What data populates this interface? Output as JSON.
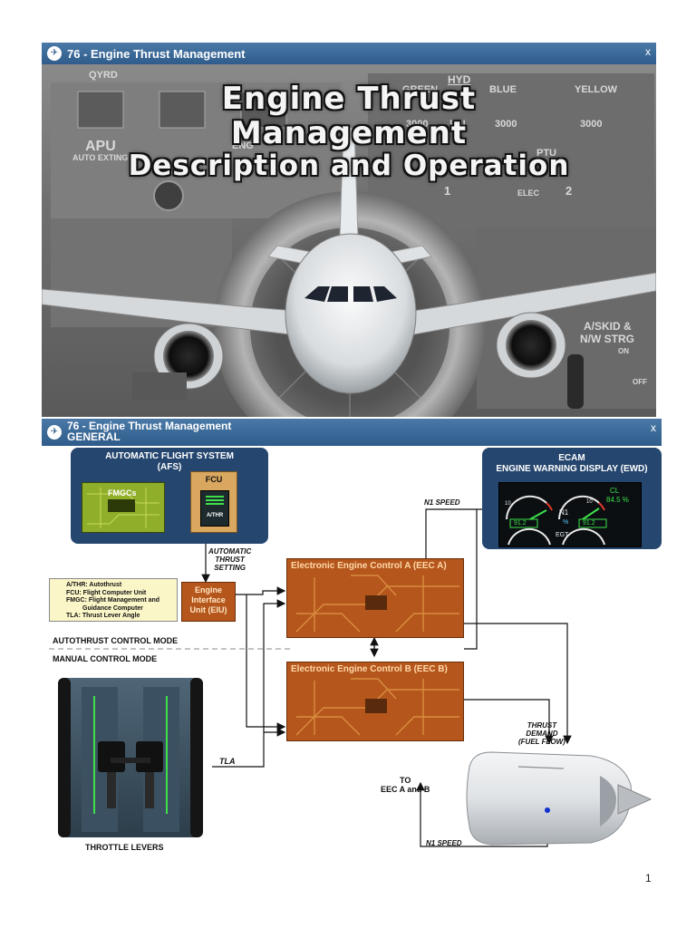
{
  "slide1": {
    "header": "76 - Engine Thrust Management",
    "close": "x",
    "title_lines": [
      "Engine Thrust",
      "Management",
      "Description and Operation"
    ],
    "panel_text": {
      "hyd": "HYD",
      "green": "GREEN",
      "blue": "BLUE",
      "yellow": "YELLOW",
      "psi1": "3000",
      "psi_label": "PSI",
      "psi2": "3000",
      "psi3": "3000",
      "ptu": "PTU",
      "elec": "ELEC",
      "n1": "1",
      "n2": "2",
      "apu": "APU",
      "auto_exting": "AUTO EXTING",
      "eng": "ENG",
      "askid": "A/SKID &",
      "nwstrg": "N/W STRG",
      "on": "ON",
      "off": "OFF",
      "qyrd": "QYRD"
    }
  },
  "slide2": {
    "header_line1": "76 - Engine Thrust Management",
    "header_line2": "GENERAL",
    "close": "x",
    "afs_title_line1": "AUTOMATIC FLIGHT SYSTEM",
    "afs_title_line2": "(AFS)",
    "fcu_label": "FCU",
    "fmgc_label": "FMGCs",
    "athr_label": "A/THR",
    "ecam_title_line1": "ECAM",
    "ecam_title_line2": "ENGINE WARNING DISPLAY (EWD)",
    "ewd": {
      "cl": "CL",
      "cl_value": "84.5 %",
      "n1": "N1",
      "pct": "%",
      "v1": "91.2",
      "v2": "91.2",
      "egt": "EGT",
      "t1": "10",
      "t2": "10"
    },
    "n1_speed_top": "N1 SPEED",
    "auto_thrust_setting": [
      "AUTOMATIC",
      "THRUST",
      "SETTING"
    ],
    "eiu_label": [
      "Engine",
      "Interface",
      "Unit (EIU)"
    ],
    "eec_a": "Electronic Engine Control A (EEC A)",
    "eec_b": "Electronic Engine Control B (EEC B)",
    "legend": [
      "A/THR: Autothrust",
      "FCU: Flight Computer Unit",
      "FMGC: Flight Management and",
      "Guidance Computer",
      "TLA: Thrust Lever Angle"
    ],
    "autothrust_mode": "AUTOTHRUST CONTROL MODE",
    "manual_mode": "MANUAL CONTROL MODE",
    "tla": "TLA",
    "throttle_levers": "THROTTLE LEVERS",
    "thrust_demand": [
      "THRUST",
      "DEMAND",
      "(FUEL FLOW)"
    ],
    "to_eec": [
      "TO",
      "EEC A and B"
    ],
    "n1_speed_bottom": "N1 SPEED"
  },
  "page_number": "1"
}
